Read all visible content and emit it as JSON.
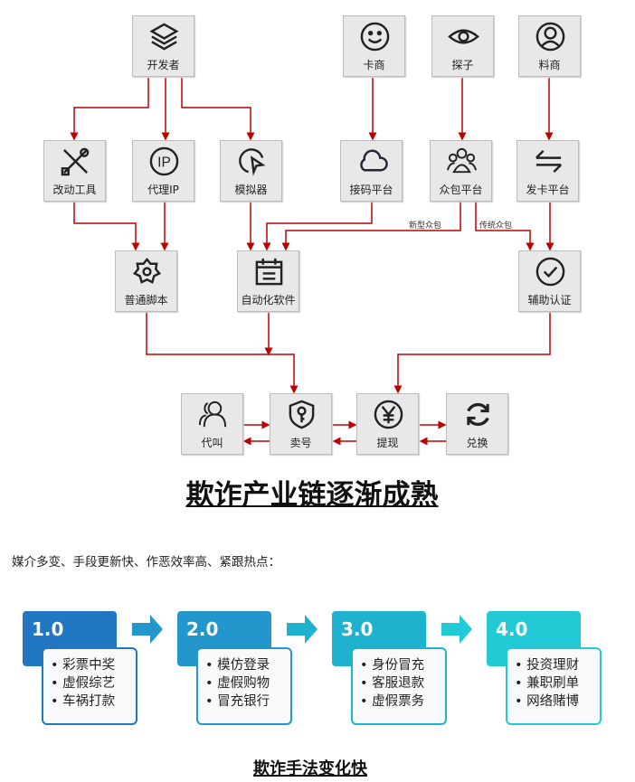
{
  "diagram": {
    "nodes": {
      "developer": "开发者",
      "card_dealer": "卡商",
      "scout": "探子",
      "data_dealer": "料商",
      "modify_tools": "改动工具",
      "proxy_ip": "代理IP",
      "emulator": "模拟器",
      "sms_platform": "接码平台",
      "crowd_platform": "众包平台",
      "card_platform": "发卡平台",
      "script": "普通脚本",
      "automation": "自动化软件",
      "auth_assist": "辅助认证",
      "proxy_call": "代叫",
      "sell_account": "卖号",
      "cash_out": "提现",
      "exchange": "兑换"
    },
    "edge_labels": {
      "new_crowd": "新型众包",
      "traditional_crowd": "传统众包"
    },
    "title": "欺诈产业链逐渐成熟",
    "line_color": "#c00000"
  },
  "intro": "媒介多变、手段更新快、作恶效率高、紧跟热点：",
  "stages": [
    {
      "version": "1.0",
      "color": "#2277c2",
      "items": [
        "彩票中奖",
        "虚假综艺",
        "车祸打款"
      ]
    },
    {
      "version": "2.0",
      "color": "#2396cb",
      "items": [
        "模仿登录",
        "虚假购物",
        "冒充银行"
      ]
    },
    {
      "version": "3.0",
      "color": "#1fb2cf",
      "items": [
        "身份冒充",
        "客服退款",
        "虚假票务"
      ]
    },
    {
      "version": "4.0",
      "color": "#22cad6",
      "items": [
        "投资理财",
        "兼职刷单",
        "网络赌博"
      ]
    }
  ],
  "stages_title": "欺诈手法变化快"
}
